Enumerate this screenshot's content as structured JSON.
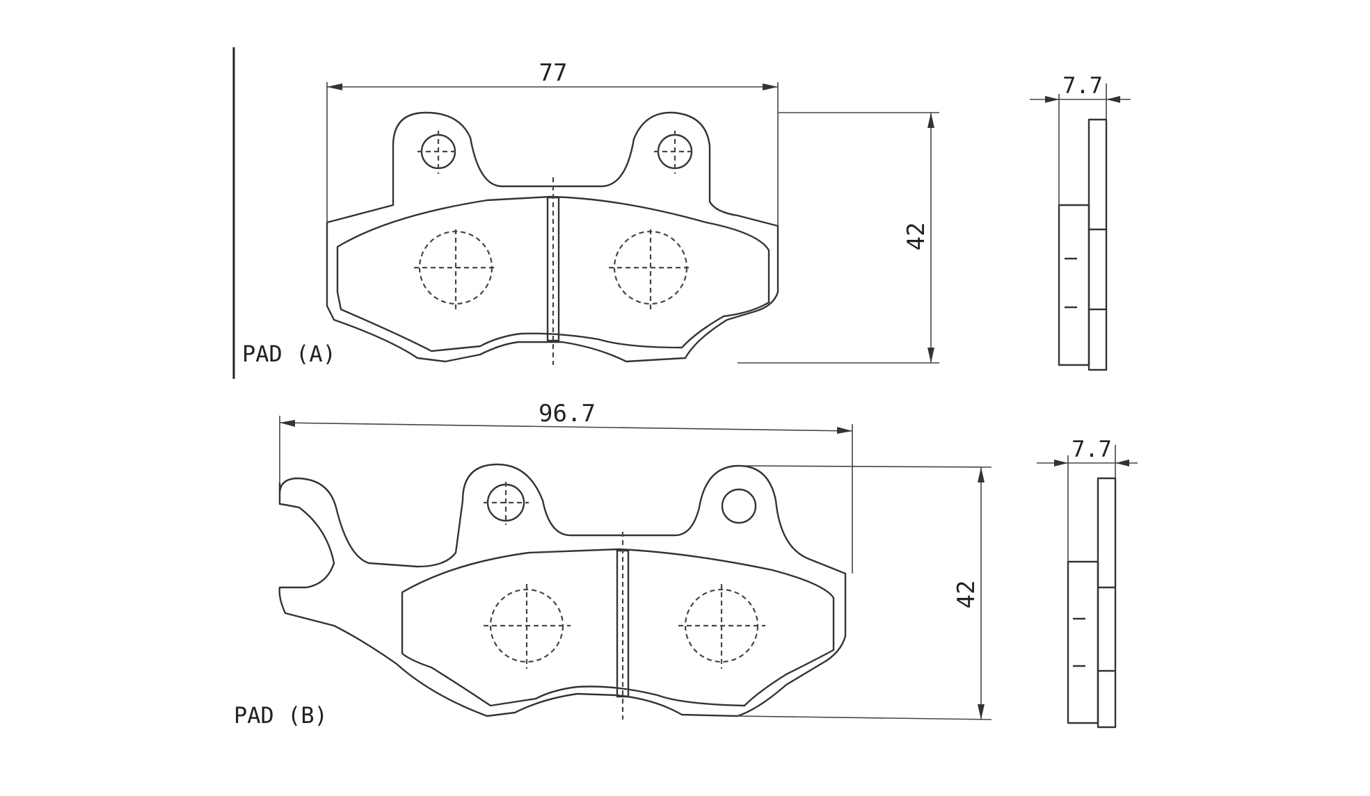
{
  "pad_a": {
    "label": "PAD (A)",
    "width": "77",
    "height": "42",
    "thickness": "7.7"
  },
  "pad_b": {
    "label": "PAD (B)",
    "width": "96.7",
    "height": "42",
    "thickness": "7.7"
  }
}
